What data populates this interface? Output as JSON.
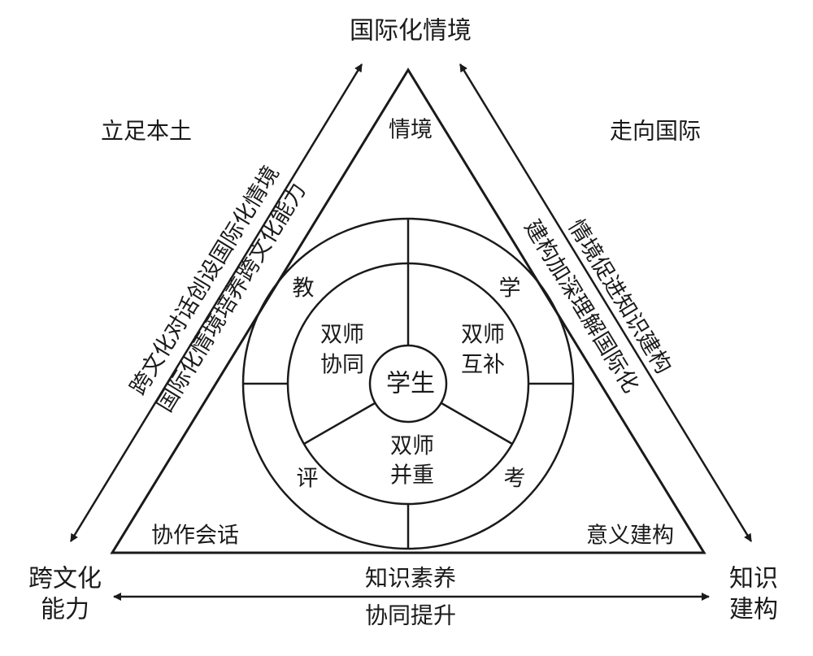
{
  "corners": {
    "top": "国际化情境",
    "left_line1": "跨文化",
    "left_line2": "能力",
    "right_line1": "知识",
    "right_line2": "建构"
  },
  "sides": {
    "top_left": "立足本土",
    "top_right": "走向国际",
    "bottom_above": "知识素养",
    "bottom_below": "协同提升"
  },
  "left_edge": {
    "outer": "跨文化对话创设国际化情境",
    "inner": "国际化情境培养跨文化能力"
  },
  "right_edge": {
    "outer": "情境促进知识建构",
    "inner": "建构加深理解国际化"
  },
  "triangle_inner": {
    "top": "情境",
    "bottom_left": "协作会话",
    "bottom_right": "意义建构"
  },
  "ring": {
    "teach": "教",
    "learn": "学",
    "evaluate": "评",
    "exam": "考"
  },
  "sectors": {
    "left_line1": "双师",
    "left_line2": "协同",
    "right_line1": "双师",
    "right_line2": "互补",
    "bottom_line1": "双师",
    "bottom_line2": "并重"
  },
  "center": "学生"
}
